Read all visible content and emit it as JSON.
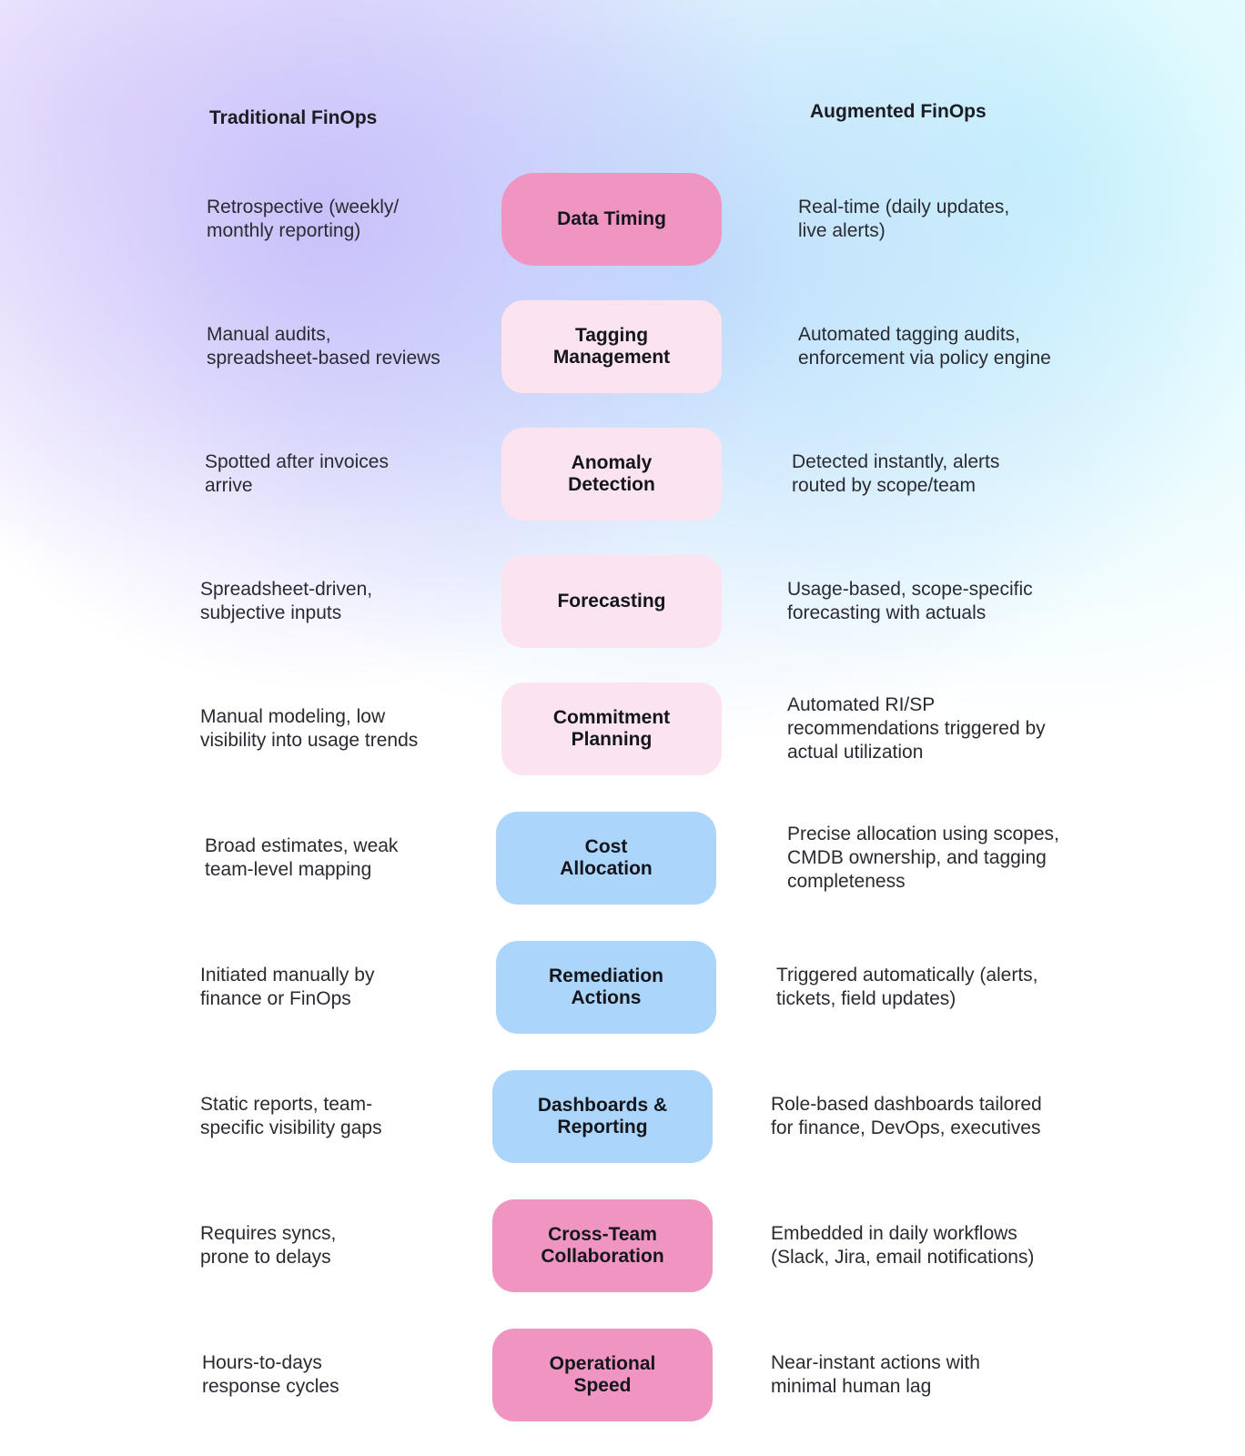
{
  "header": {
    "left_title": "Traditional FinOps",
    "right_title": "Augmented FinOps"
  },
  "colors": {
    "rose": "#f095c2",
    "blush": "#fbe4ef",
    "sky": "#acd5fc",
    "pink": "#f095c2"
  },
  "rows": [
    {
      "category": "Data Timing",
      "traditional": "Retrospective (weekly/\nmonthly reporting)",
      "augmented": "Real-time (daily updates,\nlive alerts)",
      "style": "rose"
    },
    {
      "category": "Tagging\nManagement",
      "traditional": "Manual audits,\nspreadsheet-based reviews",
      "augmented": "Automated tagging audits,\nenforcement via policy engine",
      "style": "blush"
    },
    {
      "category": "Anomaly\nDetection",
      "traditional": "Spotted after invoices\narrive",
      "augmented": "Detected instantly, alerts\nrouted by scope/team",
      "style": "blush"
    },
    {
      "category": "Forecasting",
      "traditional": "Spreadsheet-driven,\nsubjective inputs",
      "augmented": "Usage-based, scope-specific\nforecasting with actuals",
      "style": "blush"
    },
    {
      "category": "Commitment\nPlanning",
      "traditional": "Manual modeling, low\nvisibility into usage trends",
      "augmented": "Automated RI/SP\nrecommendations triggered by\nactual utilization",
      "style": "blush"
    },
    {
      "category": "Cost\nAllocation",
      "traditional": "Broad estimates, weak\nteam-level mapping",
      "augmented": "Precise allocation using scopes,\nCMDB ownership, and tagging\ncompleteness",
      "style": "sky"
    },
    {
      "category": "Remediation\nActions",
      "traditional": "Initiated manually by\nfinance or FinOps",
      "augmented": "Triggered automatically (alerts,\ntickets, field updates)",
      "style": "sky"
    },
    {
      "category": "Dashboards &\nReporting",
      "traditional": "Static reports, team-\nspecific visibility gaps",
      "augmented": "Role-based dashboards tailored\nfor finance, DevOps, executives",
      "style": "sky"
    },
    {
      "category": "Cross-Team\nCollaboration",
      "traditional": "Requires syncs,\nprone to delays",
      "augmented": "Embedded in daily workflows\n(Slack, Jira, email notifications)",
      "style": "pink"
    },
    {
      "category": "Operational\nSpeed",
      "traditional": "Hours-to-days\nresponse cycles",
      "augmented": "Near-instant actions with\nminimal human lag",
      "style": "pink"
    }
  ]
}
